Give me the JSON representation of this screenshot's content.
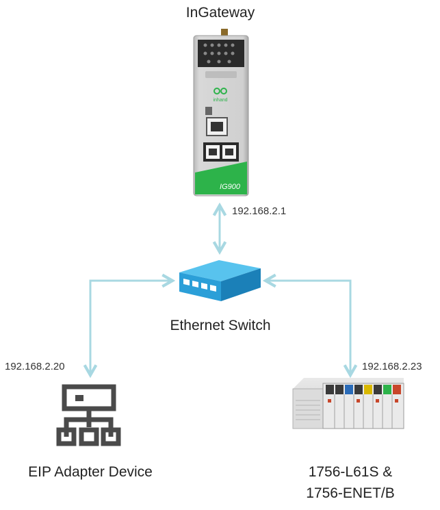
{
  "nodes": {
    "gateway": {
      "title": "InGateway",
      "model": "IG900",
      "brand": "inhand",
      "ip": "192.168.2.1"
    },
    "switch": {
      "title": "Ethernet Switch"
    },
    "adapter": {
      "title": "EIP Adapter Device",
      "ip": "192.168.2.20"
    },
    "plc": {
      "title_line1": "1756-L61S &",
      "title_line2": "1756-ENET/B",
      "ip": "192.168.2.23"
    }
  },
  "colors": {
    "connector": "#a8d8e2",
    "switch_blue": "#2aa3de",
    "gateway_green": "#2db34a",
    "adapter_icon": "#4a4a4a"
  }
}
